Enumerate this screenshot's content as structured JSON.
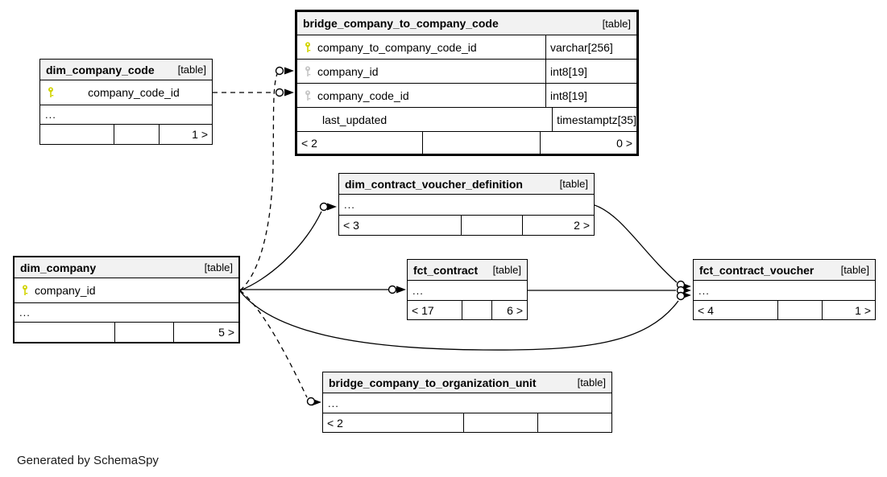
{
  "page": {
    "generated_by": "Generated by SchemaSpy"
  },
  "colors": {
    "header_bg": "#f2f2f2",
    "border": "#000000",
    "primary_key_icon": "#d2d400",
    "foreign_key_icon": "#c6c6c6",
    "background": "#ffffff"
  },
  "tables": [
    {
      "name": "bridge_company_to_company_code",
      "tag": "[table]",
      "columns": [
        {
          "name": "company_to_company_code_id",
          "type": "varchar[256]",
          "key": "primary"
        },
        {
          "name": "company_id",
          "type": "int8[19]",
          "key": "foreign"
        },
        {
          "name": "company_code_id",
          "type": "int8[19]",
          "key": "foreign"
        },
        {
          "name": "last_updated",
          "type": "timestamptz[35]",
          "key": "none"
        }
      ],
      "footer": {
        "left": "< 2",
        "middle": "",
        "right": "0 >"
      }
    },
    {
      "name": "dim_company_code",
      "tag": "[table]",
      "columns": [
        {
          "name": "company_code_id",
          "key": "primary"
        }
      ],
      "ellipsis": "...",
      "footer": {
        "left": "",
        "middle": "",
        "right": "1 >"
      }
    },
    {
      "name": "dim_contract_voucher_definition",
      "tag": "[table]",
      "ellipsis": "...",
      "footer": {
        "left": "< 3",
        "middle": "",
        "right": "2 >"
      }
    },
    {
      "name": "dim_company",
      "tag": "[table]",
      "columns": [
        {
          "name": "company_id",
          "key": "primary"
        }
      ],
      "ellipsis": "...",
      "footer": {
        "left": "",
        "middle": "",
        "right": "5 >"
      }
    },
    {
      "name": "fct_contract",
      "tag": "[table]",
      "ellipsis": "...",
      "footer": {
        "left": "< 17",
        "middle": "",
        "right": "6 >"
      }
    },
    {
      "name": "fct_contract_voucher",
      "tag": "[table]",
      "ellipsis": "...",
      "footer": {
        "left": "< 4",
        "middle": "",
        "right": "1 >"
      }
    },
    {
      "name": "bridge_company_to_organization_unit",
      "tag": "[table]",
      "ellipsis": "...",
      "footer": {
        "left": "< 2",
        "middle": "",
        "right": ""
      }
    }
  ],
  "relationships": [
    {
      "from": "dim_company_code.company_code_id",
      "to": "bridge_company_to_company_code.company_code_id",
      "style": "dashed"
    },
    {
      "from": "dim_company.company_id",
      "to": "bridge_company_to_company_code.company_id",
      "style": "dashed"
    },
    {
      "from": "dim_company.company_id",
      "to": "dim_contract_voucher_definition",
      "style": "solid"
    },
    {
      "from": "dim_company.company_id",
      "to": "fct_contract",
      "style": "solid"
    },
    {
      "from": "dim_company.company_id",
      "to": "fct_contract_voucher",
      "style": "solid"
    },
    {
      "from": "dim_company.company_id",
      "to": "bridge_company_to_organization_unit",
      "style": "dashed"
    },
    {
      "from": "dim_contract_voucher_definition",
      "to": "fct_contract_voucher",
      "style": "solid"
    },
    {
      "from": "fct_contract",
      "to": "fct_contract_voucher",
      "style": "solid"
    }
  ]
}
